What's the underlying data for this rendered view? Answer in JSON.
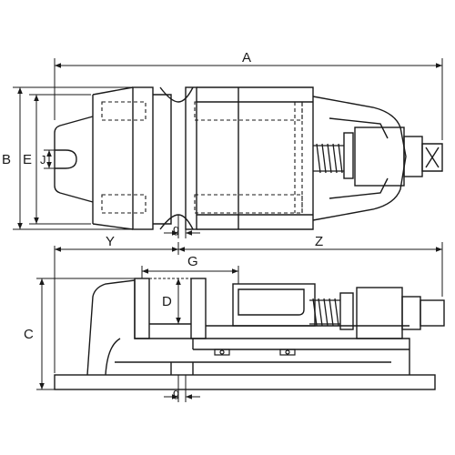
{
  "figure": {
    "palette": {
      "line": "#1a1a1a",
      "fill": "#ffffff",
      "hidden": "#1a1a1a"
    }
  },
  "dimensions": {
    "top_view": {
      "overall_length": "A",
      "overall_width": "B",
      "jaw_width": "E",
      "slot_width": "J",
      "jaw_gap": "g"
    },
    "side_view": {
      "left_offset": "Y",
      "right_extent": "Z",
      "jaw_opening": "G",
      "jaw_depth": "D",
      "height": "C",
      "jaw_gap": "g"
    }
  }
}
